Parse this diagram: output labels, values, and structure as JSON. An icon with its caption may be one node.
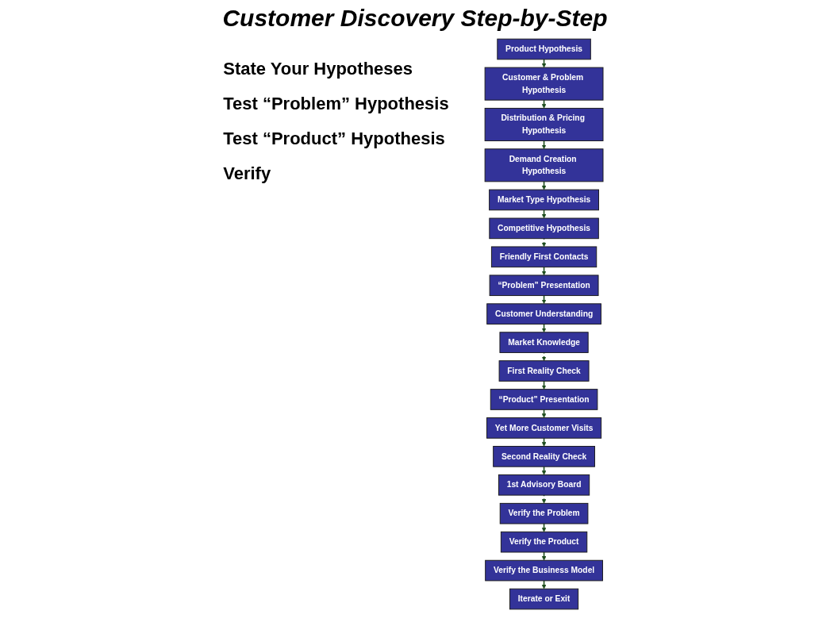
{
  "diagram": {
    "title": "Customer Discovery Step-by-Step",
    "nodes": [
      {
        "text": [
          "Product Hypothesis"
        ]
      },
      {
        "text": [
          "Customer & Problem Hypothesis"
        ]
      },
      {
        "text": [
          "Distribution & Pricing Hypothesis"
        ]
      },
      {
        "text": [
          "Demand Creation Hypothesis"
        ]
      },
      {
        "text": [
          "Market Type Hypothesis"
        ]
      },
      {
        "text": [
          "Competitive Hypothesis"
        ]
      },
      {
        "text": [
          "Friendly First Contacts"
        ]
      },
      {
        "text": [
          "“Problem” Presentation"
        ]
      },
      {
        "text": [
          "Customer Understanding"
        ]
      },
      {
        "text": [
          "Market Knowledge"
        ]
      },
      {
        "text": [
          "First Reality Check"
        ]
      },
      {
        "text": [
          "“Product” Presentation"
        ]
      },
      {
        "text": [
          "Yet More Customer Visits"
        ]
      },
      {
        "text": [
          "Second Reality Check"
        ]
      },
      {
        "text": [
          "1st Advisory Board"
        ]
      },
      {
        "text": [
          "Verify the Problem"
        ]
      },
      {
        "text": [
          "Verify the Product"
        ]
      },
      {
        "text": [
          "Verify the Business Model"
        ]
      },
      {
        "text": [
          "Iterate or Exit"
        ]
      }
    ],
    "edges": [
      {
        "from": 0,
        "to": 1,
        "arrow": "to"
      },
      {
        "from": 1,
        "to": 2,
        "arrow": "to"
      },
      {
        "from": 2,
        "to": 3,
        "arrow": "to"
      },
      {
        "from": 3,
        "to": 4,
        "arrow": "to"
      },
      {
        "from": 4,
        "to": 5,
        "arrow": "to"
      },
      {
        "from": 5,
        "to": 6,
        "arrow": "to",
        "style": "dashed"
      },
      {
        "from": 6,
        "to": 7,
        "arrow": "to"
      },
      {
        "from": 7,
        "to": 8,
        "arrow": "to"
      },
      {
        "from": 8,
        "to": 9,
        "arrow": "to"
      },
      {
        "from": 9,
        "to": 10,
        "arrow": "to",
        "style": "dashed"
      },
      {
        "from": 10,
        "to": 11,
        "arrow": "to"
      },
      {
        "from": 11,
        "to": 12,
        "arrow": "to"
      },
      {
        "from": 12,
        "to": 13,
        "arrow": "to"
      },
      {
        "from": 13,
        "to": 14,
        "arrow": "to"
      },
      {
        "from": 14,
        "to": 15,
        "arrow": "to",
        "style": "dashed"
      },
      {
        "from": 15,
        "to": 16,
        "arrow": "to"
      },
      {
        "from": 16,
        "to": 17,
        "arrow": "to"
      },
      {
        "from": 17,
        "to": 18,
        "arrow": "to"
      }
    ],
    "labels": [
      "State Your Hypotheses",
      "Test “Problem” Hypothesis",
      "Test “Product” Hypothesis",
      "Verify"
    ]
  }
}
